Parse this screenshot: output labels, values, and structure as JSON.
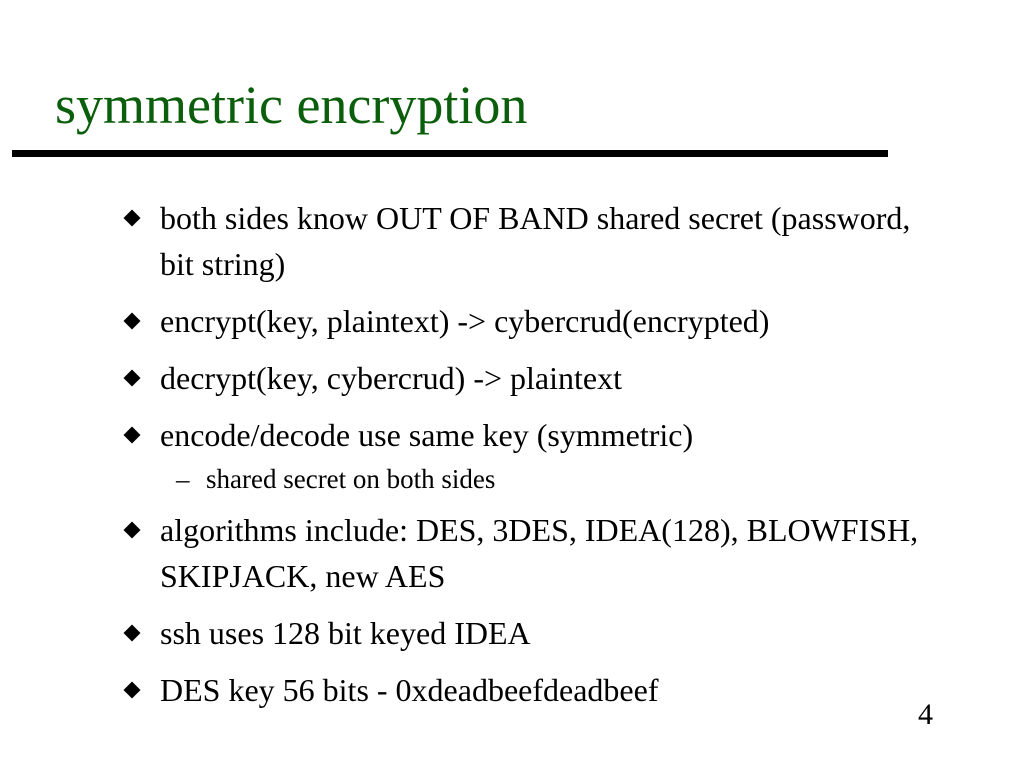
{
  "slide": {
    "title": "symmetric encryption",
    "bullets": [
      "both sides know OUT OF BAND shared secret (password, bit string)",
      "encrypt(key, plaintext) -> cybercrud(encrypted)",
      "decrypt(key, cybercrud) -> plaintext",
      "encode/decode use same key (symmetric)",
      "algorithms include:  DES, 3DES,  IDEA(128), BLOWFISH, SKIPJACK, new AES",
      "ssh uses 128 bit keyed IDEA",
      "DES key 56 bits - 0xdeadbeefdeadbeef"
    ],
    "sub_bullet": "shared secret on both sides",
    "sub_dash": "–",
    "page_number": "4",
    "colors": {
      "title": "#0b5e0b",
      "text": "#000000"
    },
    "icons": {
      "bullet": "diamond-bullet-icon"
    }
  }
}
